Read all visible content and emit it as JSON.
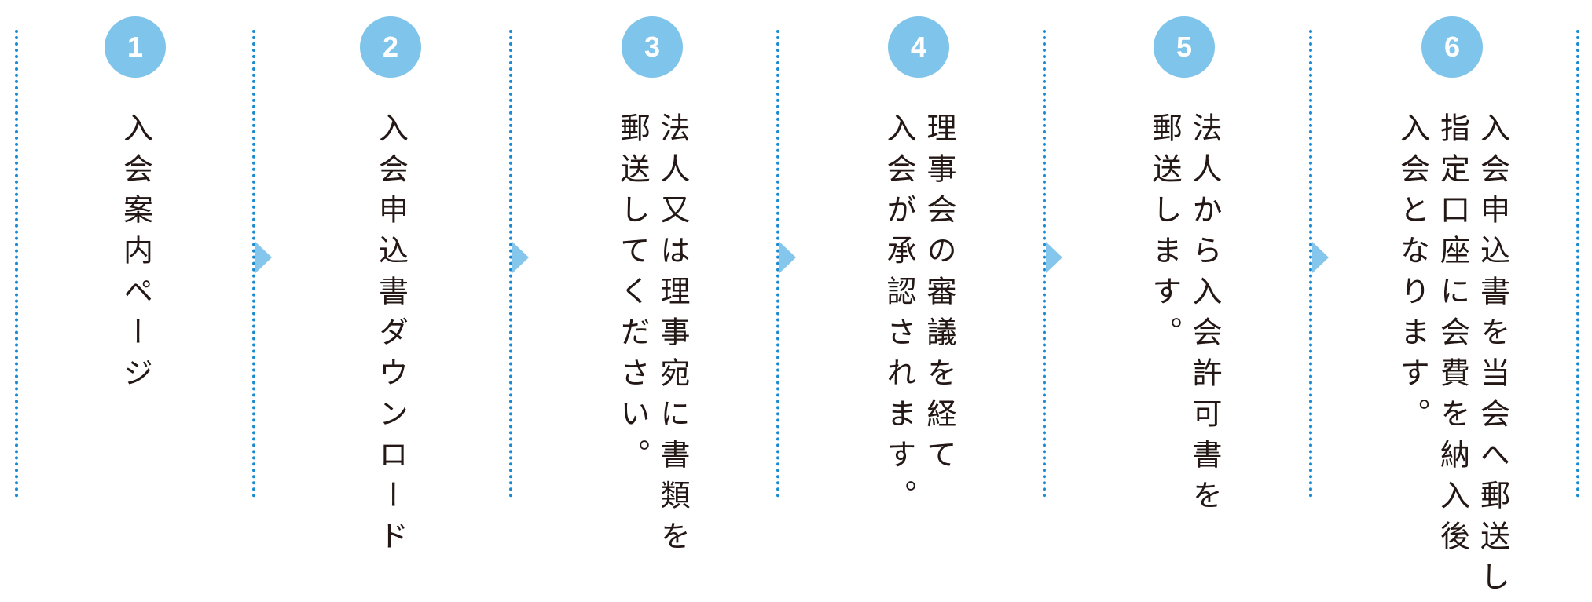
{
  "colors": {
    "circle": "#7fc4ea",
    "arrow": "#84c6ec",
    "divider": "#1a8bd0",
    "text": "#231815"
  },
  "steps": [
    {
      "number": "1",
      "text": "入会案内ページ"
    },
    {
      "number": "2",
      "text": "入会申込書ダウンロード"
    },
    {
      "number": "3",
      "text": "法人又は理事宛に書類を\n郵送してください。"
    },
    {
      "number": "4",
      "text": "理事会の審議を経て\n入会が承認されます。"
    },
    {
      "number": "5",
      "text": "法人から入会許可書を\n郵送します。"
    },
    {
      "number": "6",
      "text": "入会申込書を当会へ郵送し\n指定口座に会費を納入後\n入会となります。"
    }
  ]
}
